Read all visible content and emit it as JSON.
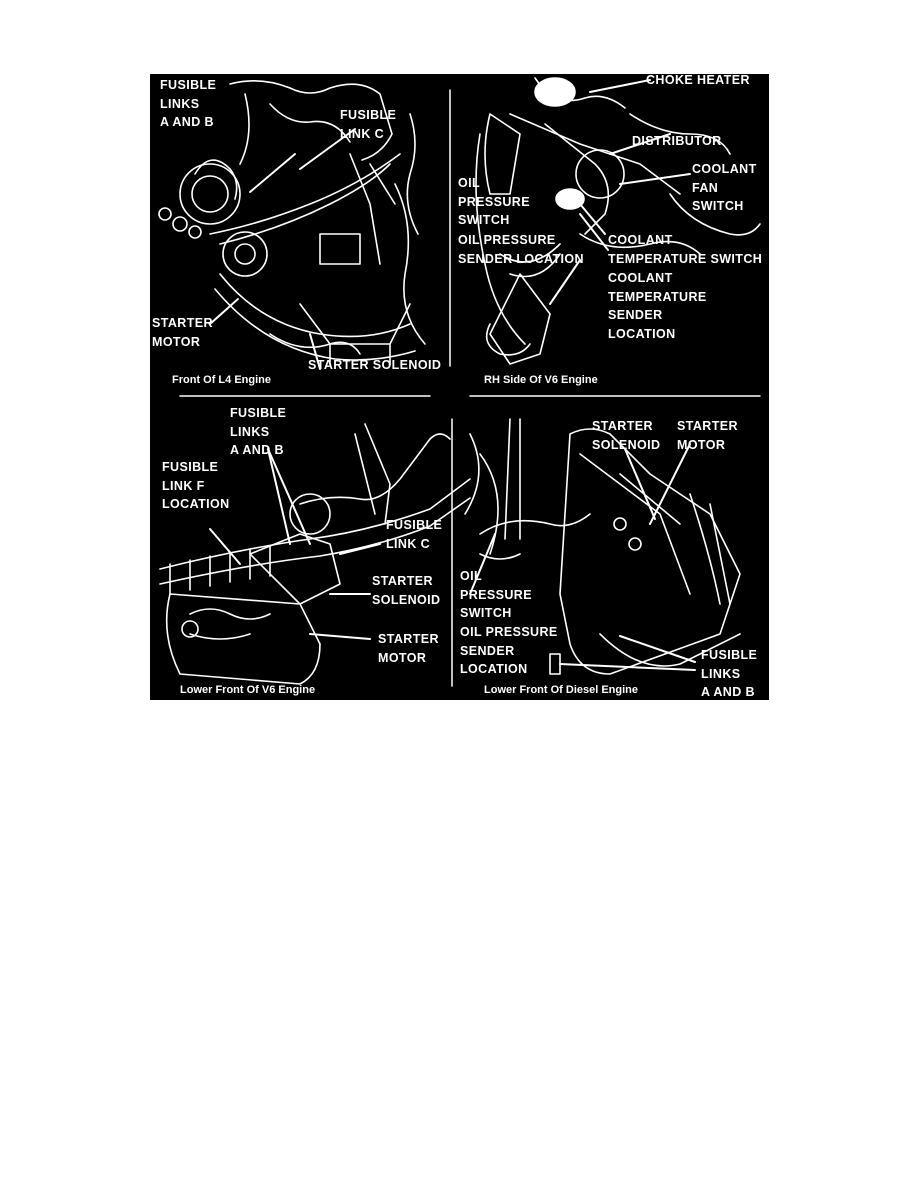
{
  "panels": [
    {
      "caption": "Front Of L4 Engine",
      "labels": {
        "fusible_ab": "FUSIBLE\nLINKS\nA AND B",
        "fusible_c": "FUSIBLE\nLINK C",
        "starter_motor": "STARTER\nMOTOR",
        "starter_solenoid": "STARTER SOLENOID"
      }
    },
    {
      "caption": "RH Side Of V6 Engine",
      "labels": {
        "choke_heater": "CHOKE HEATER",
        "distributor": "DISTRIBUTOR",
        "coolant_fan_switch": "COOLANT\nFAN\nSWITCH",
        "oil_pressure_switch": "OIL\nPRESSURE\nSWITCH",
        "oil_pressure_sender": "OIL PRESSURE\nSENDER LOCATION",
        "coolant_temp_switch": "COOLANT\nTEMPERATURE SWITCH",
        "coolant_temp_sender": "COOLANT\nTEMPERATURE\nSENDER\nLOCATION"
      }
    },
    {
      "caption": "Lower Front Of V6 Engine",
      "labels": {
        "fusible_ab": "FUSIBLE\nLINKS\nA AND B",
        "fusible_f": "FUSIBLE\nLINK F\nLOCATION",
        "fusible_c": "FUSIBLE\nLINK C",
        "starter_solenoid": "STARTER\nSOLENOID",
        "starter_motor": "STARTER\nMOTOR"
      }
    },
    {
      "caption": "Lower Front Of Diesel Engine",
      "labels": {
        "starter_solenoid": "STARTER\nSOLENOID",
        "starter_motor": "STARTER\nMOTOR",
        "oil_pressure_switch": "OIL\nPRESSURE\nSWITCH",
        "oil_pressure_sender": "OIL PRESSURE\nSENDER\nLOCATION",
        "fusible_ab": "FUSIBLE\nLINKS\nA AND B"
      }
    }
  ]
}
